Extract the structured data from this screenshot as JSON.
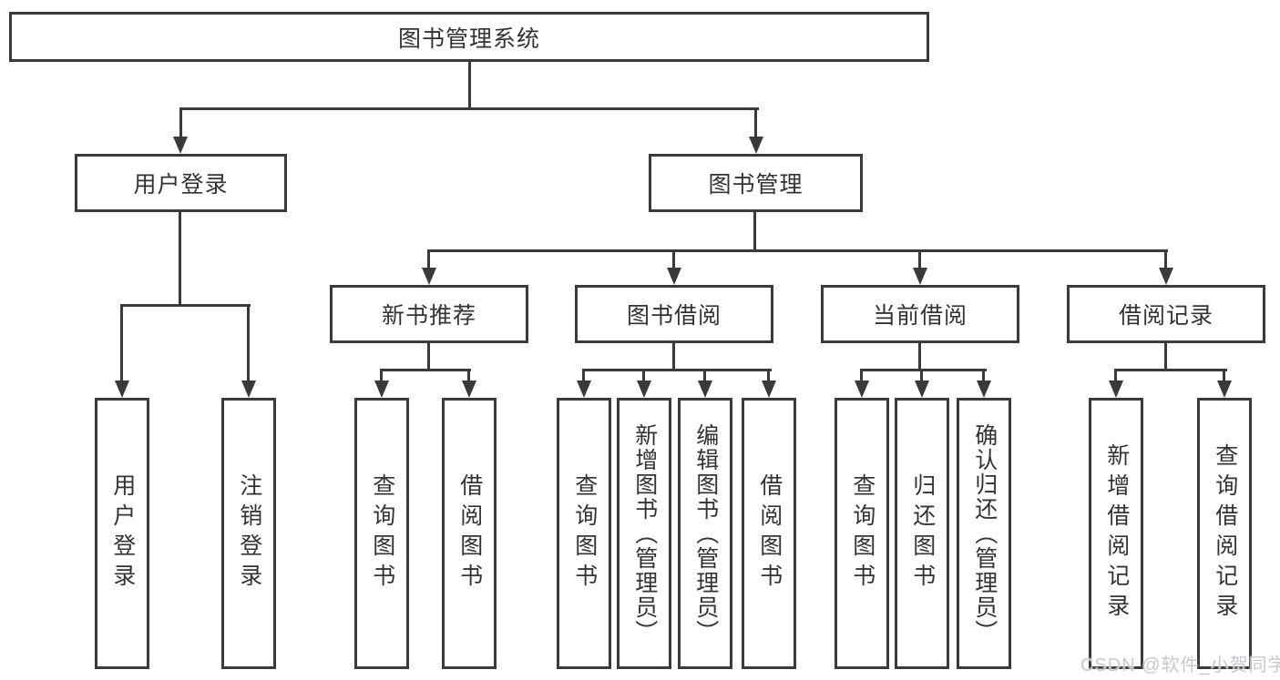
{
  "diagram": {
    "type": "functional-structure-tree",
    "colors": {
      "line": "#3a3a3a",
      "box_border": "#3a3a3a",
      "text": "#333333",
      "background": "#ffffff",
      "watermark_text_color": "#c6c9cd"
    },
    "watermark": {
      "text": "CSDN @软件_小贺同学"
    },
    "tree": {
      "label": "图书管理系统",
      "children": [
        {
          "label": "用户登录",
          "children": [
            {
              "label": "用户登录"
            },
            {
              "label": "注销登录"
            }
          ]
        },
        {
          "label": "图书管理",
          "children": [
            {
              "label": "新书推荐",
              "children": [
                {
                  "label": "查询图书"
                },
                {
                  "label": "借阅图书"
                }
              ]
            },
            {
              "label": "图书借阅",
              "children": [
                {
                  "label": "查询图书"
                },
                {
                  "label": "新增图书（管理员）"
                },
                {
                  "label": "编辑图书（管理员）"
                },
                {
                  "label": "借阅图书"
                }
              ]
            },
            {
              "label": "当前借阅",
              "children": [
                {
                  "label": "查询图书"
                },
                {
                  "label": "归还图书"
                },
                {
                  "label": "确认归还（管理员）"
                }
              ]
            },
            {
              "label": "借阅记录",
              "children": [
                {
                  "label": "新增借阅记录"
                },
                {
                  "label": "查询借阅记录"
                }
              ]
            }
          ]
        }
      ]
    }
  }
}
